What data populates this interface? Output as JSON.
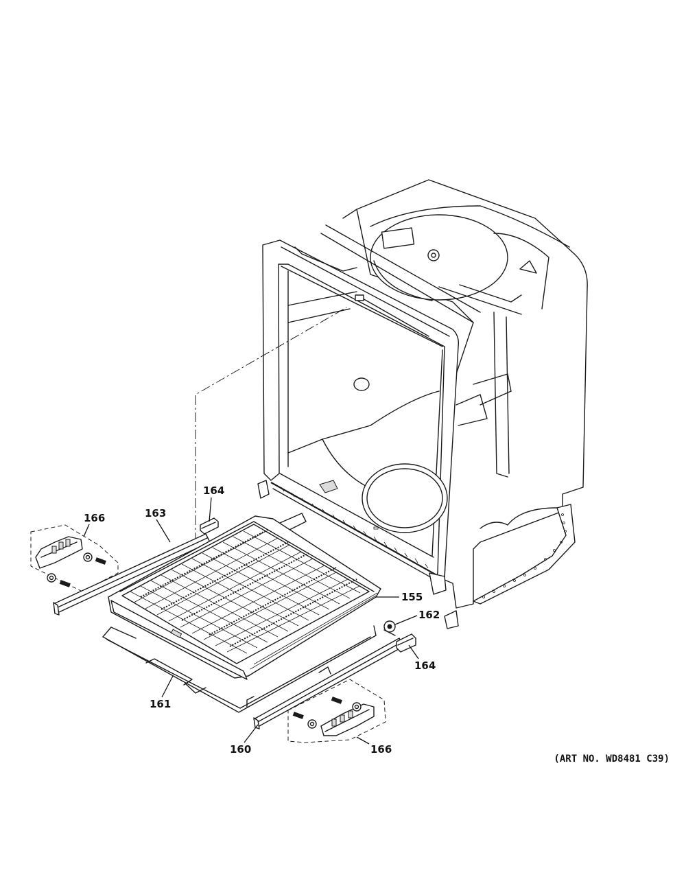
{
  "callouts": {
    "c155": "155",
    "c160": "160",
    "c161": "161",
    "c162": "162",
    "c163": "163",
    "c164_top": "164",
    "c164_right": "164",
    "c166_left": "166",
    "c166_bottom": "166"
  },
  "art_number": "(ART NO. WD8481 C39)"
}
